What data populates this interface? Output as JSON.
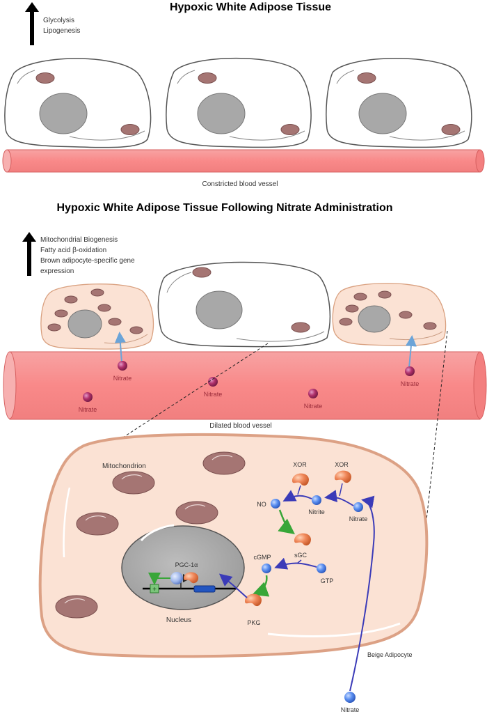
{
  "top_panel": {
    "title": "Hypoxic White Adipose Tissue",
    "effects": [
      "Glycolysis",
      "Lipogenesis"
    ],
    "vessel_label": "Constricted blood vessel"
  },
  "middle_panel": {
    "title": "Hypoxic White Adipose Tissue Following Nitrate Administration",
    "effects": [
      "Mitochondrial Biogenesis",
      "Fatty acid β-oxidation",
      "Brown adipocyte-specific gene",
      "expression"
    ],
    "vessel_label": "Dilated blood vessel",
    "nitrate_label": "Nitrate"
  },
  "detail_panel": {
    "mitochondrion": "Mitochondrion",
    "nucleus": "Nucleus",
    "cell_label": "Beige Adipocyte",
    "xor_1": "XOR",
    "xor_2": "XOR",
    "no": "NO",
    "nitrite": "Nitrite",
    "nitrate_inner": "Nitrate",
    "sgc": "sGC",
    "cgmp": "cGMP",
    "gtp": "GTP",
    "pkg": "PKG",
    "pgc": "PGC-1α",
    "nitrate_outer": "Nitrate"
  },
  "colors": {
    "vessel": "#f98989",
    "beige_cell": "#fbe2d4",
    "mito": "#a57573",
    "nucleus": "#a8a8a8",
    "molecule_blue": "#5a8ef0",
    "enzyme_orange": "#f0885a",
    "pathway_arrow": "#3b3bb8",
    "activation_arrow": "#38a638",
    "nitrate_dot": "#b0306a"
  }
}
